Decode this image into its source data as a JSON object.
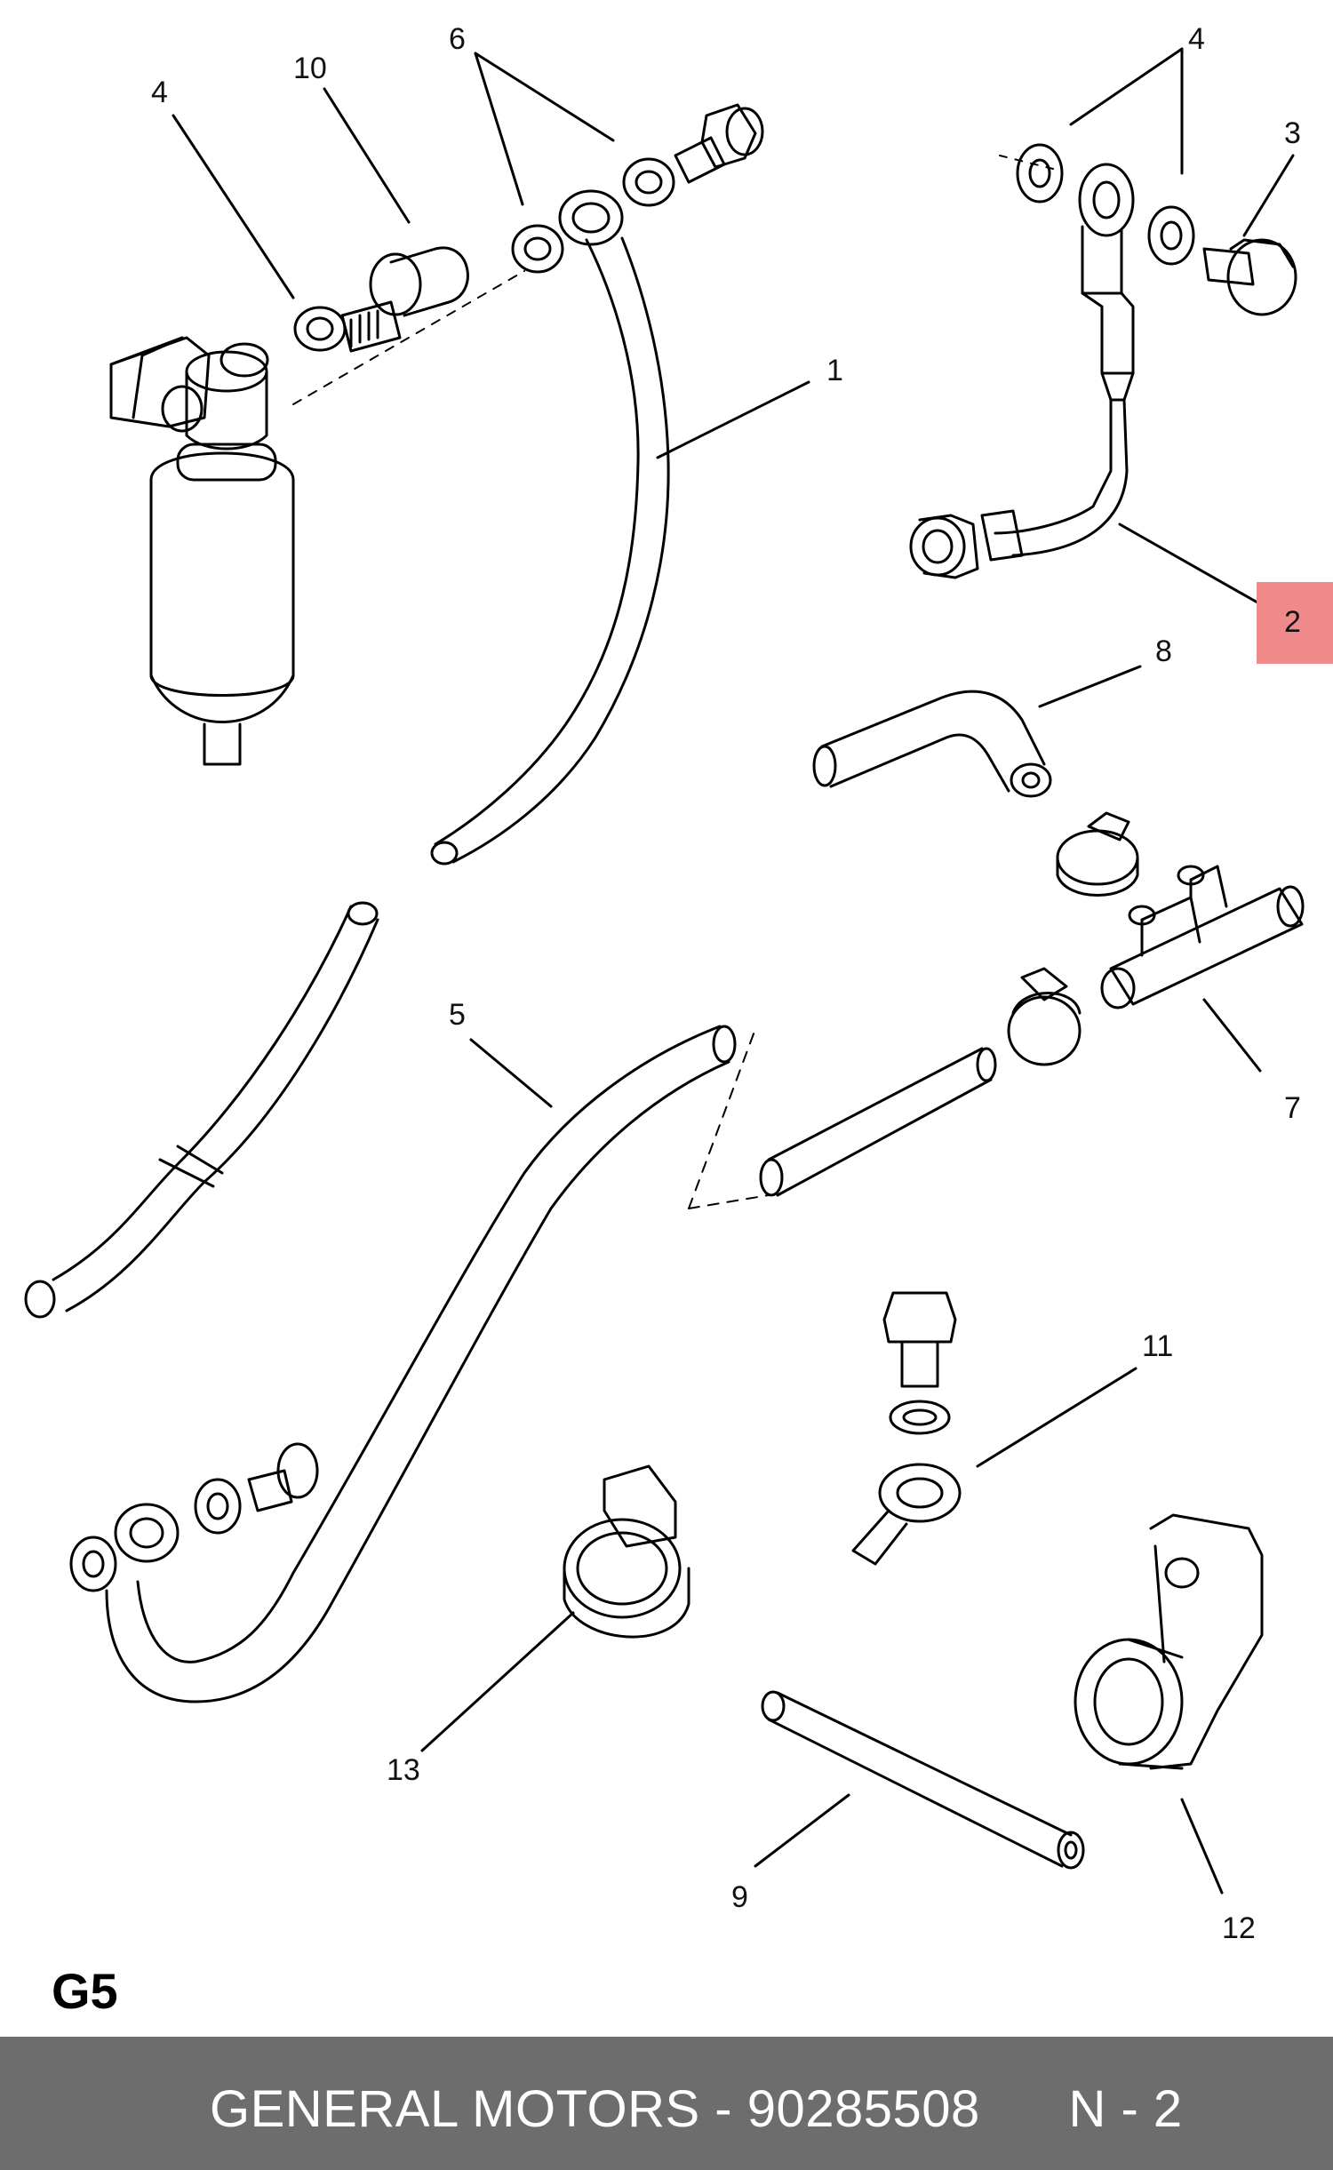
{
  "labels": {
    "1": "1",
    "2": "2",
    "3": "3",
    "4": "4",
    "4b": "4",
    "5": "5",
    "6": "6",
    "7": "7",
    "8": "8",
    "9": "9",
    "10": "10",
    "11": "11",
    "12": "12",
    "13": "13"
  },
  "highlight_color": "#f08a8a",
  "section_code": "G5",
  "footer": {
    "brand": "GENERAL MOTORS",
    "separator": " - ",
    "part_number": "90285508",
    "page": "N - 2"
  }
}
